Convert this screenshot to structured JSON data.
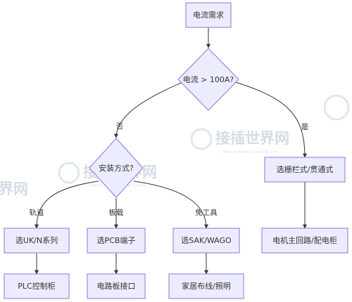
{
  "nodes": {
    "demand": "电流需求",
    "decision_current": "电流 > 100A?",
    "decision_mount": "安装方式?",
    "uk_series": "选UK/N系列",
    "pcb_terminal": "选PCB端子",
    "sak_wago": "选SAK/WAGO",
    "barrier": "选栅栏式/贯通式",
    "plc": "PLC控制柜",
    "circuit_board": "电路板接口",
    "home_wiring": "家居布线/照明",
    "motor": "电机主回路/配电柜"
  },
  "edges": {
    "no": "否",
    "yes": "是",
    "rail": "轨道",
    "board": "板载",
    "tool_free": "免工具"
  },
  "watermark": {
    "brand": "接插世界网",
    "brand_partial": "界网",
    "url": "www.connector-world.com"
  },
  "colors": {
    "node_fill": "#ececff",
    "node_stroke": "#9370db",
    "edge": "#333333"
  }
}
